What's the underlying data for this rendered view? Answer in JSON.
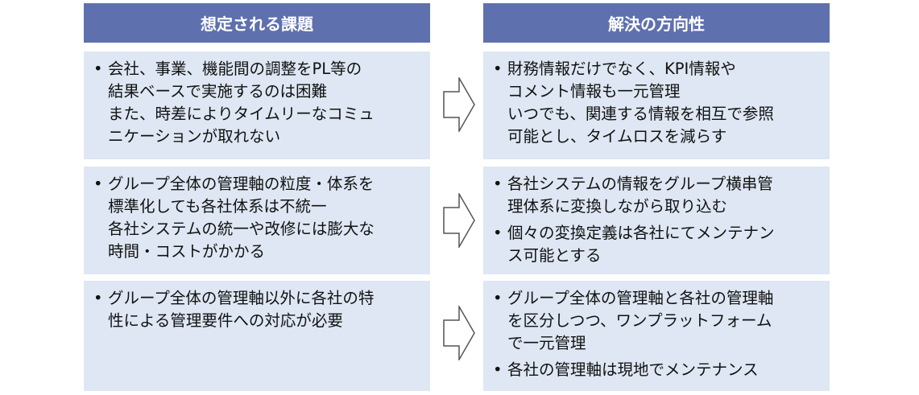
{
  "headers": {
    "left": "想定される課題",
    "right": "解決の方向性"
  },
  "rows": [
    {
      "issues": [
        [
          "会社、事業、機能間の調整をPL等の",
          "結果ベースで実施するのは困難",
          "また、時差によりタイムリーなコミュ",
          "ニケーションが取れない"
        ]
      ],
      "solutions": [
        [
          "財務情報だけでなく、KPI情報や",
          "コメント情報も一元管理",
          "いつでも、関連する情報を相互で参照",
          "可能とし、タイムロスを減らす"
        ]
      ]
    },
    {
      "issues": [
        [
          "グループ全体の管理軸の粒度・体系を",
          "標準化しても各社体系は不統一",
          "各社システムの統一や改修には膨大な",
          "時間・コストがかかる"
        ]
      ],
      "solutions": [
        [
          "各社システムの情報をグループ横串管",
          "理体系に変換しながら取り込む"
        ],
        [
          "個々の変換定義は各社にてメンテナン",
          "ス可能とする"
        ]
      ]
    },
    {
      "issues": [
        [
          "グループ全体の管理軸以外に各社の特",
          "性による管理要件への対応が必要"
        ]
      ],
      "solutions": [
        [
          "グループ全体の管理軸と各社の管理軸",
          "を区分しつつ、ワンプラットフォーム",
          "で一元管理"
        ],
        [
          "各社の管理軸は現地でメンテナンス"
        ]
      ]
    }
  ],
  "bullet_symbol": "•",
  "arrow_icon": "right-arrow-outline-icon",
  "colors": {
    "header_bg": "#5e70ae",
    "box_bg": "#dee7f3",
    "text": "#111111"
  }
}
